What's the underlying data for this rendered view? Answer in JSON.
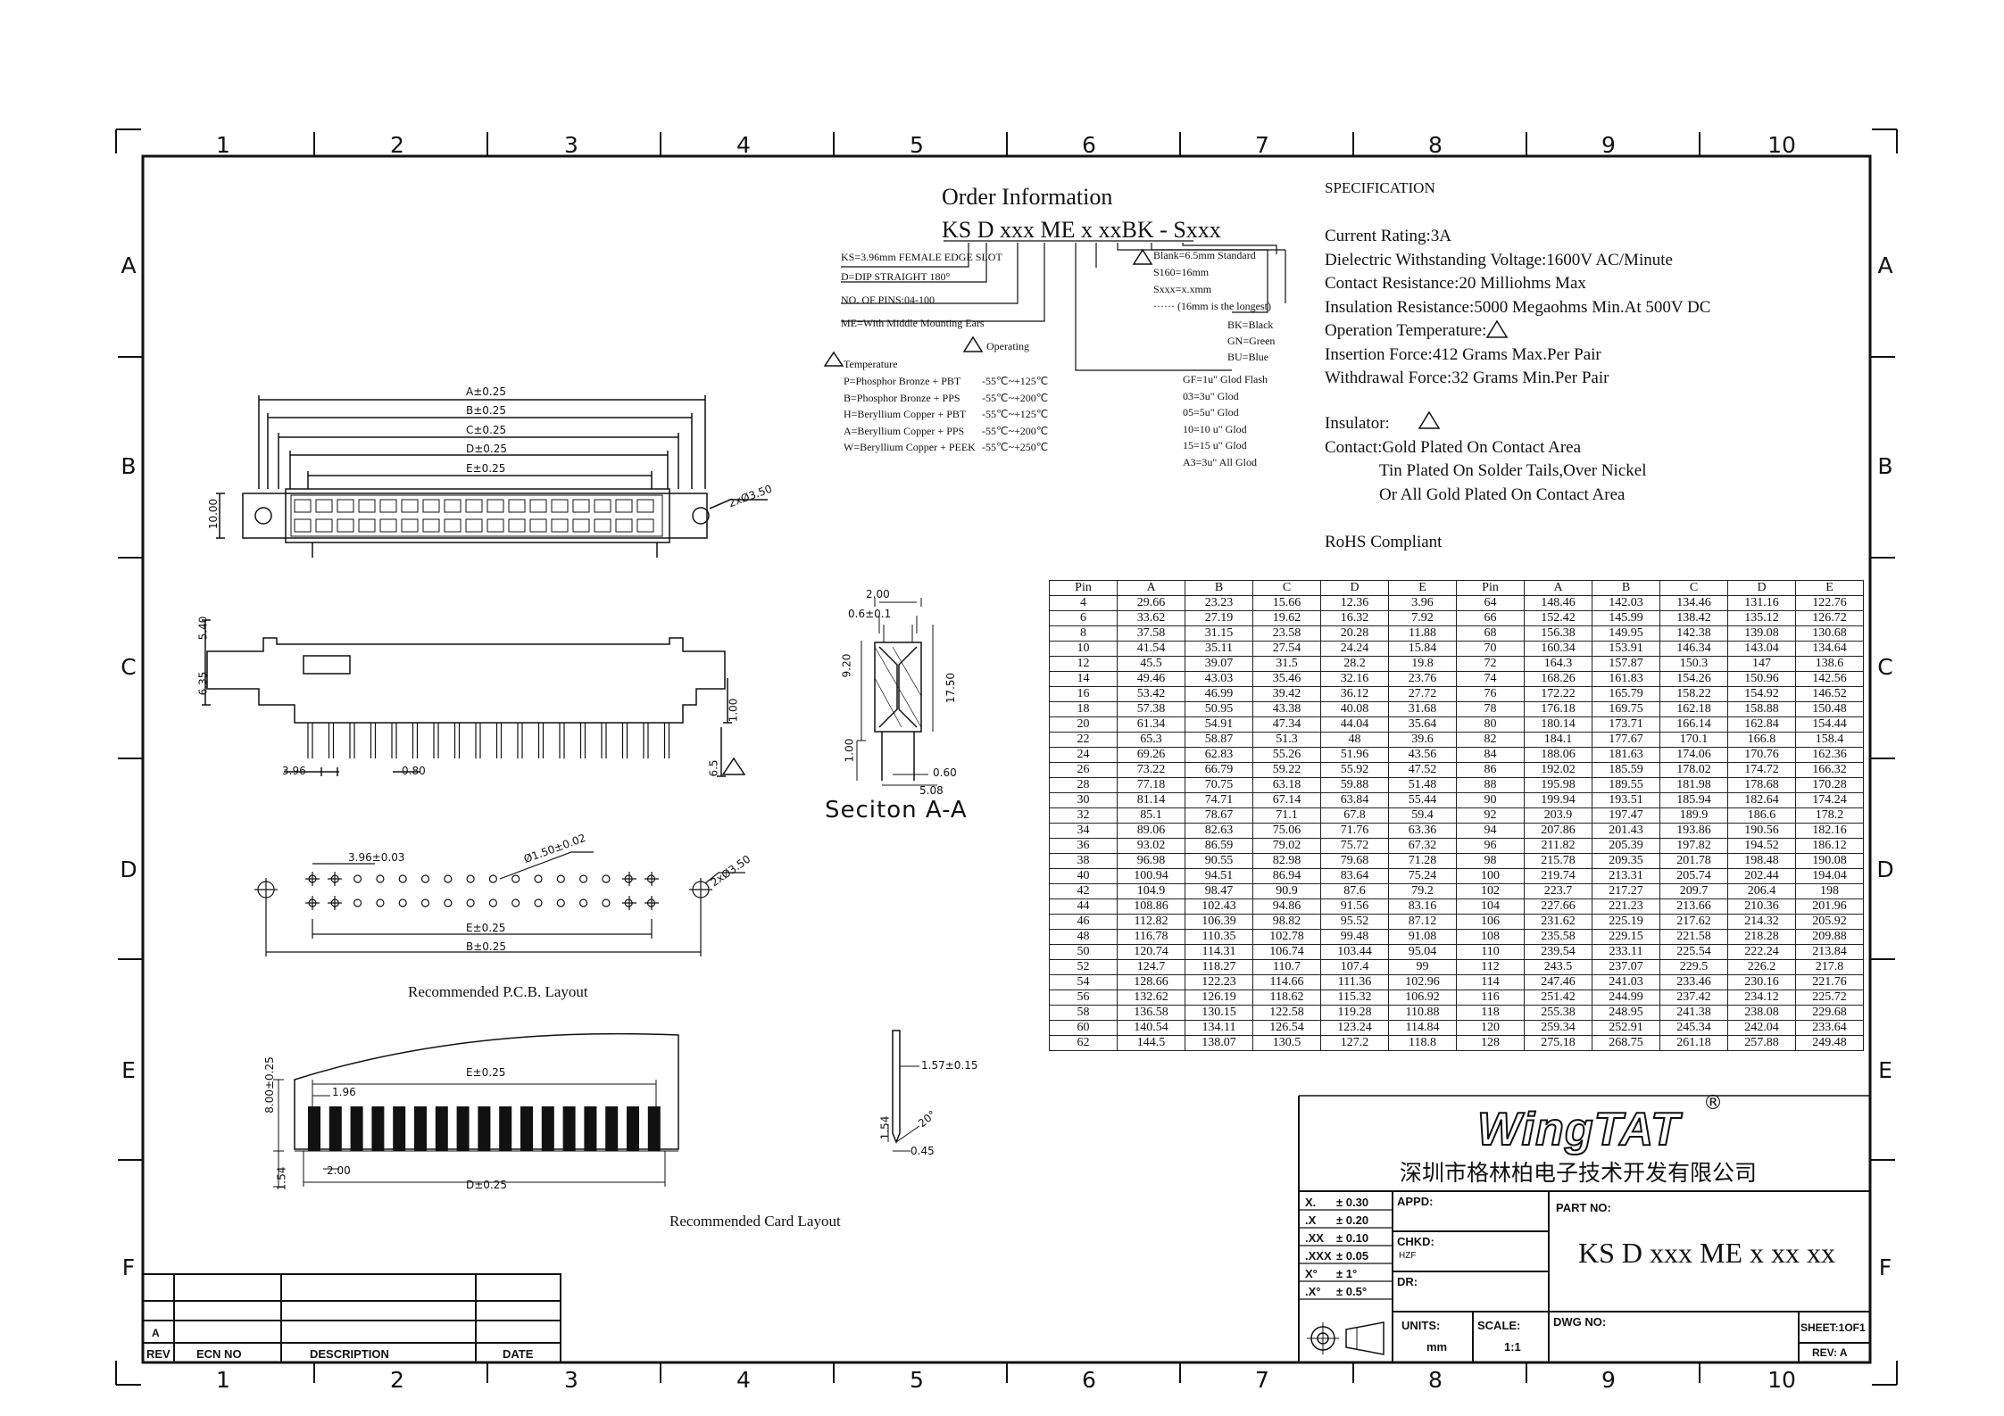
{
  "zones": {
    "columns": [
      "1",
      "2",
      "3",
      "4",
      "5",
      "6",
      "7",
      "8",
      "9",
      "10"
    ],
    "rows": [
      "A",
      "B",
      "C",
      "D",
      "E",
      "F"
    ]
  },
  "order": {
    "title": "Order Information",
    "code_parts": [
      "KS",
      "D",
      "xxx",
      "ME",
      "x",
      "xx",
      "BK",
      "-",
      "Sxxx"
    ],
    "left_notes": [
      "KS=3.96mm FEMALE EDGE SLOT",
      "D=DIP STRAIGHT 180°",
      "NO. OF PINS:04-100",
      "ME=With Middle Mounting Ears"
    ],
    "operating_label": "Operating",
    "temperature_label": "Temperature",
    "materials": [
      {
        "m": "P=Phosphor Bronze + PBT",
        "t": "-55℃~+125℃"
      },
      {
        "m": "B=Phosphor Bronze + PPS",
        "t": "-55℃~+200℃"
      },
      {
        "m": "H=Beryllium Copper + PBT",
        "t": "-55℃~+125℃"
      },
      {
        "m": "A=Beryllium Copper + PPS",
        "t": "-55℃~+200℃"
      },
      {
        "m": "W=Beryllium Copper + PEEK",
        "t": "-55℃~+250℃"
      }
    ],
    "length_notes": [
      "Blank=6.5mm Standard",
      "S160=16mm",
      "Sxxx=x.xmm",
      "······ (16mm is the longest)"
    ],
    "color_notes": [
      "BK=Black",
      "GN=Green",
      "BU=Blue"
    ],
    "plating_notes": [
      "GF=1u\" Glod Flash",
      "03=3u\" Glod",
      "05=5u\" Glod",
      "10=10 u\" Glod",
      "15=15 u\" Glod",
      "A3=3u\" All Glod"
    ]
  },
  "spec": {
    "title": "SPECIFICATION",
    "lines": [
      "Current Rating:3A",
      "Dielectric Withstanding Voltage:1600V AC/Minute",
      "Contact Resistance:20 Milliohms Max",
      "Insulation Resistance:5000 Megaohms Min.At 500V DC",
      "Operation Temperature:",
      "Insertion Force:412 Grams Max.Per Pair",
      "Withdrawal Force:32 Grams Min.Per Pair"
    ],
    "insulator": "Insulator:",
    "contact": [
      "Contact:Gold Plated On Contact Area",
      "Tin Plated On Solder Tails,Over Nickel",
      "Or All Gold Plated On Contact Area"
    ],
    "rohs": "RoHS Compliant"
  },
  "dims": {
    "top": [
      "A±0.25",
      "B±0.25",
      "C±0.25",
      "D±0.25",
      "E±0.25"
    ],
    "height": "10.00",
    "hole": "2xØ3.50",
    "side_h1": "5.40",
    "side_h2": "6.35",
    "pitch": "3.96",
    "pin_w": "0.80",
    "tail": "1.00",
    "tail_len": "6.5",
    "section": {
      "w": "2.00",
      "w2": "0.6±0.1",
      "h1": "9.20",
      "h2": "17.50",
      "h3": "1.00",
      "b1": "0.60",
      "b2": "5.08",
      "label": "Seciton A-A"
    },
    "pcb": {
      "pitch": "3.96±0.03",
      "drill": "Ø1.50±0.02",
      "hole": "2xØ3.50",
      "e": "E±0.25",
      "b": "B±0.25",
      "label": "Recommended P.C.B. Layout"
    },
    "card": {
      "e": "E±0.25",
      "d": "D±0.25",
      "h": "8.00±0.25",
      "p": "1.96",
      "w": "2.00",
      "b": "1.54",
      "label": "Recommended Card Layout"
    },
    "edge": {
      "t": "1.57±0.15",
      "h": "1.54",
      "a": "20°",
      "c": "0.45"
    }
  },
  "table": {
    "headers": [
      "Pin",
      "A",
      "B",
      "C",
      "D",
      "E",
      "Pin",
      "A",
      "B",
      "C",
      "D",
      "E"
    ],
    "rows": [
      [
        "4",
        "29.66",
        "23.23",
        "15.66",
        "12.36",
        "3.96",
        "64",
        "148.46",
        "142.03",
        "134.46",
        "131.16",
        "122.76"
      ],
      [
        "6",
        "33.62",
        "27.19",
        "19.62",
        "16.32",
        "7.92",
        "66",
        "152.42",
        "145.99",
        "138.42",
        "135.12",
        "126.72"
      ],
      [
        "8",
        "37.58",
        "31.15",
        "23.58",
        "20.28",
        "11.88",
        "68",
        "156.38",
        "149.95",
        "142.38",
        "139.08",
        "130.68"
      ],
      [
        "10",
        "41.54",
        "35.11",
        "27.54",
        "24.24",
        "15.84",
        "70",
        "160.34",
        "153.91",
        "146.34",
        "143.04",
        "134.64"
      ],
      [
        "12",
        "45.5",
        "39.07",
        "31.5",
        "28.2",
        "19.8",
        "72",
        "164.3",
        "157.87",
        "150.3",
        "147",
        "138.6"
      ],
      [
        "14",
        "49.46",
        "43.03",
        "35.46",
        "32.16",
        "23.76",
        "74",
        "168.26",
        "161.83",
        "154.26",
        "150.96",
        "142.56"
      ],
      [
        "16",
        "53.42",
        "46.99",
        "39.42",
        "36.12",
        "27.72",
        "76",
        "172.22",
        "165.79",
        "158.22",
        "154.92",
        "146.52"
      ],
      [
        "18",
        "57.38",
        "50.95",
        "43.38",
        "40.08",
        "31.68",
        "78",
        "176.18",
        "169.75",
        "162.18",
        "158.88",
        "150.48"
      ],
      [
        "20",
        "61.34",
        "54.91",
        "47.34",
        "44.04",
        "35.64",
        "80",
        "180.14",
        "173.71",
        "166.14",
        "162.84",
        "154.44"
      ],
      [
        "22",
        "65.3",
        "58.87",
        "51.3",
        "48",
        "39.6",
        "82",
        "184.1",
        "177.67",
        "170.1",
        "166.8",
        "158.4"
      ],
      [
        "24",
        "69.26",
        "62.83",
        "55.26",
        "51.96",
        "43.56",
        "84",
        "188.06",
        "181.63",
        "174.06",
        "170.76",
        "162.36"
      ],
      [
        "26",
        "73.22",
        "66.79",
        "59.22",
        "55.92",
        "47.52",
        "86",
        "192.02",
        "185.59",
        "178.02",
        "174.72",
        "166.32"
      ],
      [
        "28",
        "77.18",
        "70.75",
        "63.18",
        "59.88",
        "51.48",
        "88",
        "195.98",
        "189.55",
        "181.98",
        "178.68",
        "170.28"
      ],
      [
        "30",
        "81.14",
        "74.71",
        "67.14",
        "63.84",
        "55.44",
        "90",
        "199.94",
        "193.51",
        "185.94",
        "182.64",
        "174.24"
      ],
      [
        "32",
        "85.1",
        "78.67",
        "71.1",
        "67.8",
        "59.4",
        "92",
        "203.9",
        "197.47",
        "189.9",
        "186.6",
        "178.2"
      ],
      [
        "34",
        "89.06",
        "82.63",
        "75.06",
        "71.76",
        "63.36",
        "94",
        "207.86",
        "201.43",
        "193.86",
        "190.56",
        "182.16"
      ],
      [
        "36",
        "93.02",
        "86.59",
        "79.02",
        "75.72",
        "67.32",
        "96",
        "211.82",
        "205.39",
        "197.82",
        "194.52",
        "186.12"
      ],
      [
        "38",
        "96.98",
        "90.55",
        "82.98",
        "79.68",
        "71.28",
        "98",
        "215.78",
        "209.35",
        "201.78",
        "198.48",
        "190.08"
      ],
      [
        "40",
        "100.94",
        "94.51",
        "86.94",
        "83.64",
        "75.24",
        "100",
        "219.74",
        "213.31",
        "205.74",
        "202.44",
        "194.04"
      ],
      [
        "42",
        "104.9",
        "98.47",
        "90.9",
        "87.6",
        "79.2",
        "102",
        "223.7",
        "217.27",
        "209.7",
        "206.4",
        "198"
      ],
      [
        "44",
        "108.86",
        "102.43",
        "94.86",
        "91.56",
        "83.16",
        "104",
        "227.66",
        "221.23",
        "213.66",
        "210.36",
        "201.96"
      ],
      [
        "46",
        "112.82",
        "106.39",
        "98.82",
        "95.52",
        "87.12",
        "106",
        "231.62",
        "225.19",
        "217.62",
        "214.32",
        "205.92"
      ],
      [
        "48",
        "116.78",
        "110.35",
        "102.78",
        "99.48",
        "91.08",
        "108",
        "235.58",
        "229.15",
        "221.58",
        "218.28",
        "209.88"
      ],
      [
        "50",
        "120.74",
        "114.31",
        "106.74",
        "103.44",
        "95.04",
        "110",
        "239.54",
        "233.11",
        "225.54",
        "222.24",
        "213.84"
      ],
      [
        "52",
        "124.7",
        "118.27",
        "110.7",
        "107.4",
        "99",
        "112",
        "243.5",
        "237.07",
        "229.5",
        "226.2",
        "217.8"
      ],
      [
        "54",
        "128.66",
        "122.23",
        "114.66",
        "111.36",
        "102.96",
        "114",
        "247.46",
        "241.03",
        "233.46",
        "230.16",
        "221.76"
      ],
      [
        "56",
        "132.62",
        "126.19",
        "118.62",
        "115.32",
        "106.92",
        "116",
        "251.42",
        "244.99",
        "237.42",
        "234.12",
        "225.72"
      ],
      [
        "58",
        "136.58",
        "130.15",
        "122.58",
        "119.28",
        "110.88",
        "118",
        "255.38",
        "248.95",
        "241.38",
        "238.08",
        "229.68"
      ],
      [
        "60",
        "140.54",
        "134.11",
        "126.54",
        "123.24",
        "114.84",
        "120",
        "259.34",
        "252.91",
        "245.34",
        "242.04",
        "233.64"
      ],
      [
        "62",
        "144.5",
        "138.07",
        "130.5",
        "127.2",
        "118.8",
        "128",
        "275.18",
        "268.75",
        "261.18",
        "257.88",
        "249.48"
      ]
    ]
  },
  "titleblock": {
    "logo": "WingTAT",
    "registered": "®",
    "company": "深圳市格林柏电子技术开发有限公司",
    "tolerances": [
      {
        "k": "X.",
        "v": "± 0.30"
      },
      {
        "k": ".X",
        "v": "± 0.20"
      },
      {
        "k": ".XX",
        "v": "± 0.10"
      },
      {
        "k": ".XXX",
        "v": "± 0.05"
      },
      {
        "k": "X°",
        "v": "± 1°"
      },
      {
        "k": ".X°",
        "v": "± 0.5°"
      }
    ],
    "appd": "APPD:",
    "chkd": "CHKD:",
    "chkd_by": "HZF",
    "dr": "DR:",
    "part_no_label": "PART NO:",
    "part_no": "KS D xxx ME x xx xx",
    "units_label": "UNITS:",
    "units": "mm",
    "scale_label": "SCALE:",
    "scale": "1:1",
    "dwg_no": "DWG NO:",
    "sheet": "SHEET:1OF1",
    "rev": "REV: A"
  },
  "revblock": {
    "rev_letter": "A",
    "headers": [
      "REV",
      "ECN NO",
      "DESCRIPTION",
      "DATE"
    ]
  }
}
